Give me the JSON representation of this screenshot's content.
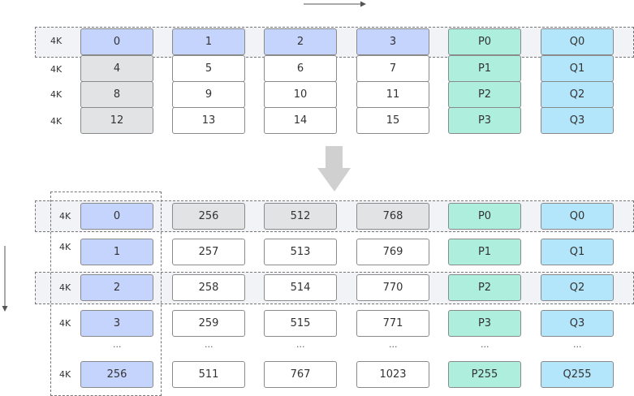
{
  "top": {
    "rows": [
      {
        "label": "4K",
        "cells": [
          "0",
          "1",
          "2",
          "3",
          "P0",
          "Q0"
        ]
      },
      {
        "label": "4K",
        "cells": [
          "4",
          "5",
          "6",
          "7",
          "P1",
          "Q1"
        ]
      },
      {
        "label": "4K",
        "cells": [
          "8",
          "9",
          "10",
          "11",
          "P2",
          "Q2"
        ]
      },
      {
        "label": "4K",
        "cells": [
          "12",
          "13",
          "14",
          "15",
          "P3",
          "Q3"
        ]
      }
    ]
  },
  "bottom": {
    "rows": [
      {
        "label": "4K",
        "cells": [
          "0",
          "256",
          "512",
          "768",
          "P0",
          "Q0"
        ]
      },
      {
        "label": "4K",
        "cells": [
          "1",
          "257",
          "513",
          "769",
          "P1",
          "Q1"
        ]
      },
      {
        "label": "4K",
        "cells": [
          "2",
          "258",
          "514",
          "770",
          "P2",
          "Q2"
        ]
      },
      {
        "label": "4K",
        "cells": [
          "3",
          "259",
          "515",
          "771",
          "P3",
          "Q3"
        ]
      },
      {
        "label": "4K",
        "cells": [
          "256",
          "511",
          "767",
          "1023",
          "P255",
          "Q255"
        ]
      }
    ],
    "ellipsis": "..."
  },
  "colors": {
    "blue": "#c5d4fc",
    "gray": "#e2e3e5",
    "green": "#aeeedd",
    "cyan": "#b4e6fb",
    "arrow": "#d0d0d0"
  }
}
